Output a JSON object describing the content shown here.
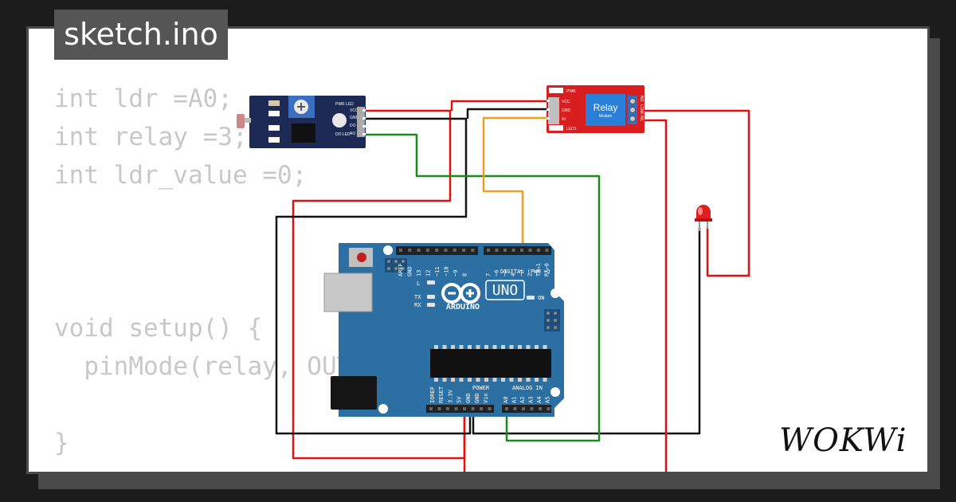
{
  "header": {
    "filename": "sketch.ino"
  },
  "code": {
    "lines": [
      "int ldr =A0;",
      "int relay =3;",
      "int ldr_value =0;",
      "",
      "",
      "",
      "void setup() {",
      "  pinMode(relay, OUTPUT);",
      "",
      "}"
    ]
  },
  "components": {
    "ldr_module": {
      "pins": [
        "VCC",
        "GND",
        "DO",
        "AO"
      ],
      "led_labels": [
        "PWR LED",
        "DO LED"
      ]
    },
    "relay_module": {
      "title": "Relay",
      "subtitle": "Module",
      "pins": [
        "VCC",
        "GND",
        "IN"
      ],
      "led_labels": [
        "PWR",
        "LED1"
      ],
      "terminal_labels": [
        "NO",
        "COM",
        "NC"
      ]
    },
    "arduino": {
      "brand": "ARDUINO",
      "model": "UNO",
      "digital_header_label": "DIGITAL (PWM ~)",
      "digital_pins": [
        "AREF",
        "GND",
        "13",
        "12",
        "~11",
        "~10",
        "~9",
        "8",
        "7",
        "~6",
        "~5",
        "4",
        "~3",
        "2",
        "TX→1",
        "RX←0"
      ],
      "power_header_label": "POWER",
      "power_pins": [
        "IOREF",
        "RESET",
        "3.3V",
        "5V",
        "GND",
        "GND",
        "Vin"
      ],
      "analog_header_label": "ANALOG IN",
      "analog_pins": [
        "A0",
        "A1",
        "A2",
        "A3",
        "A4",
        "A5"
      ],
      "led_labels": {
        "l": "L",
        "tx": "TX",
        "rx": "RX",
        "on": "ON"
      }
    }
  },
  "wire_colors": {
    "red": "#e01010",
    "black": "#111111",
    "green": "#1a8c1a",
    "orange": "#f0a020"
  },
  "logo": {
    "text": "WOKWi"
  },
  "colors": {
    "board": "#2b6fa3",
    "relay": "#d81e1e",
    "ldr_pcb": "#1c2a55"
  }
}
